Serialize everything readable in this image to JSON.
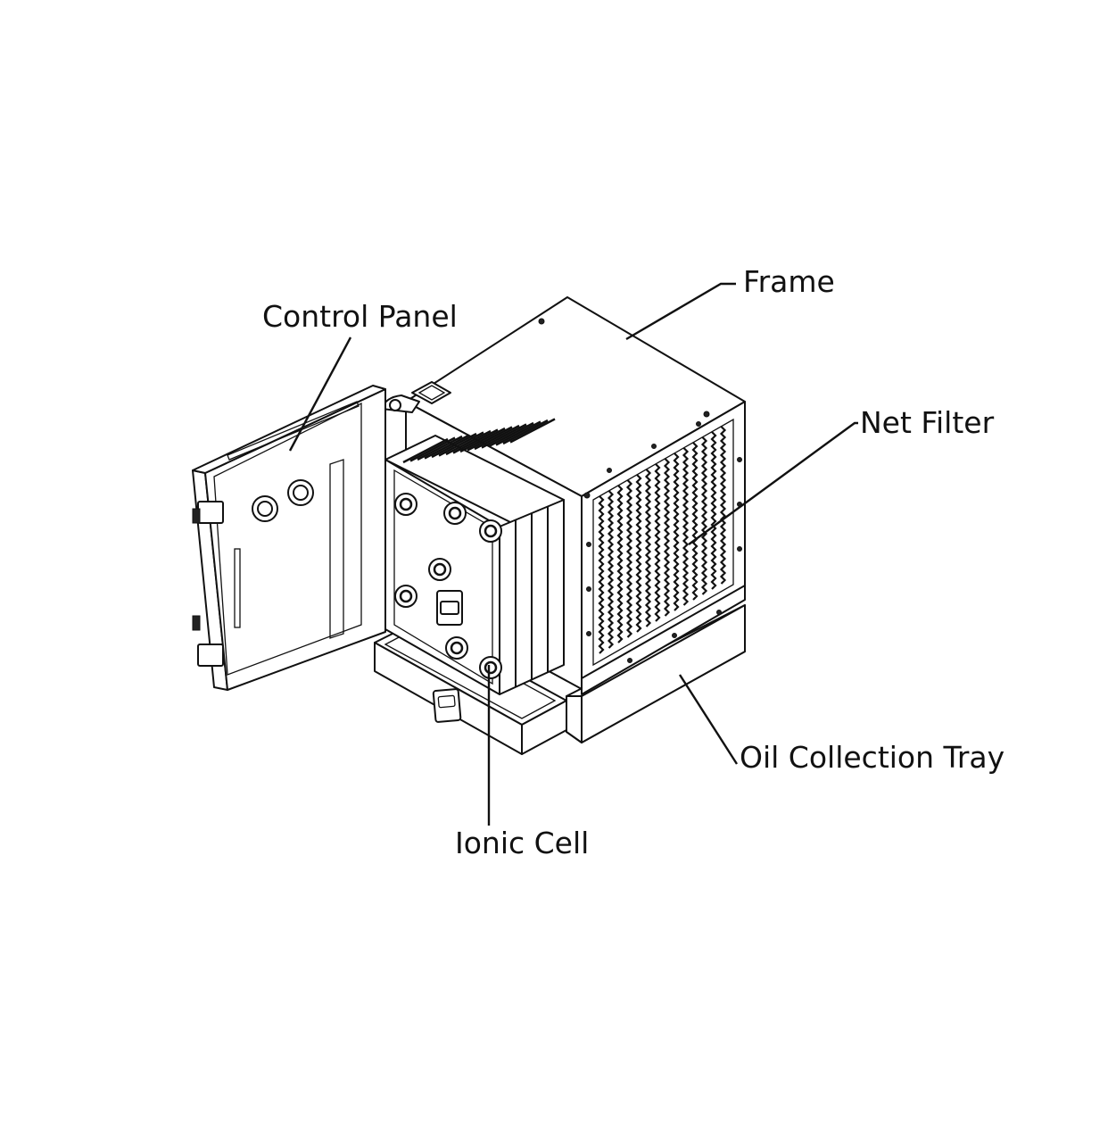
{
  "labels": {
    "control_panel": "Control Panel",
    "frame": "Frame",
    "net_filter": "Net Filter",
    "oil_collection_tray": "Oil Collection Tray",
    "ionic_cell": "Ionic Cell"
  },
  "colors": {
    "line": "#111111",
    "background": "#ffffff"
  }
}
